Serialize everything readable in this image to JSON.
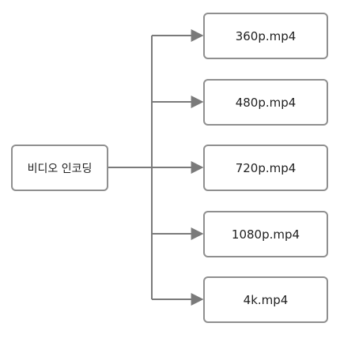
{
  "source": {
    "label": "비디오 인코딩"
  },
  "outputs": [
    {
      "label": "360p.mp4"
    },
    {
      "label": "480p.mp4"
    },
    {
      "label": "720p.mp4"
    },
    {
      "label": "1080p.mp4"
    },
    {
      "label": "4k.mp4"
    }
  ],
  "colors": {
    "border": "#8f8f8f",
    "line": "#7a7a7a",
    "text": "#1f1f1f"
  }
}
